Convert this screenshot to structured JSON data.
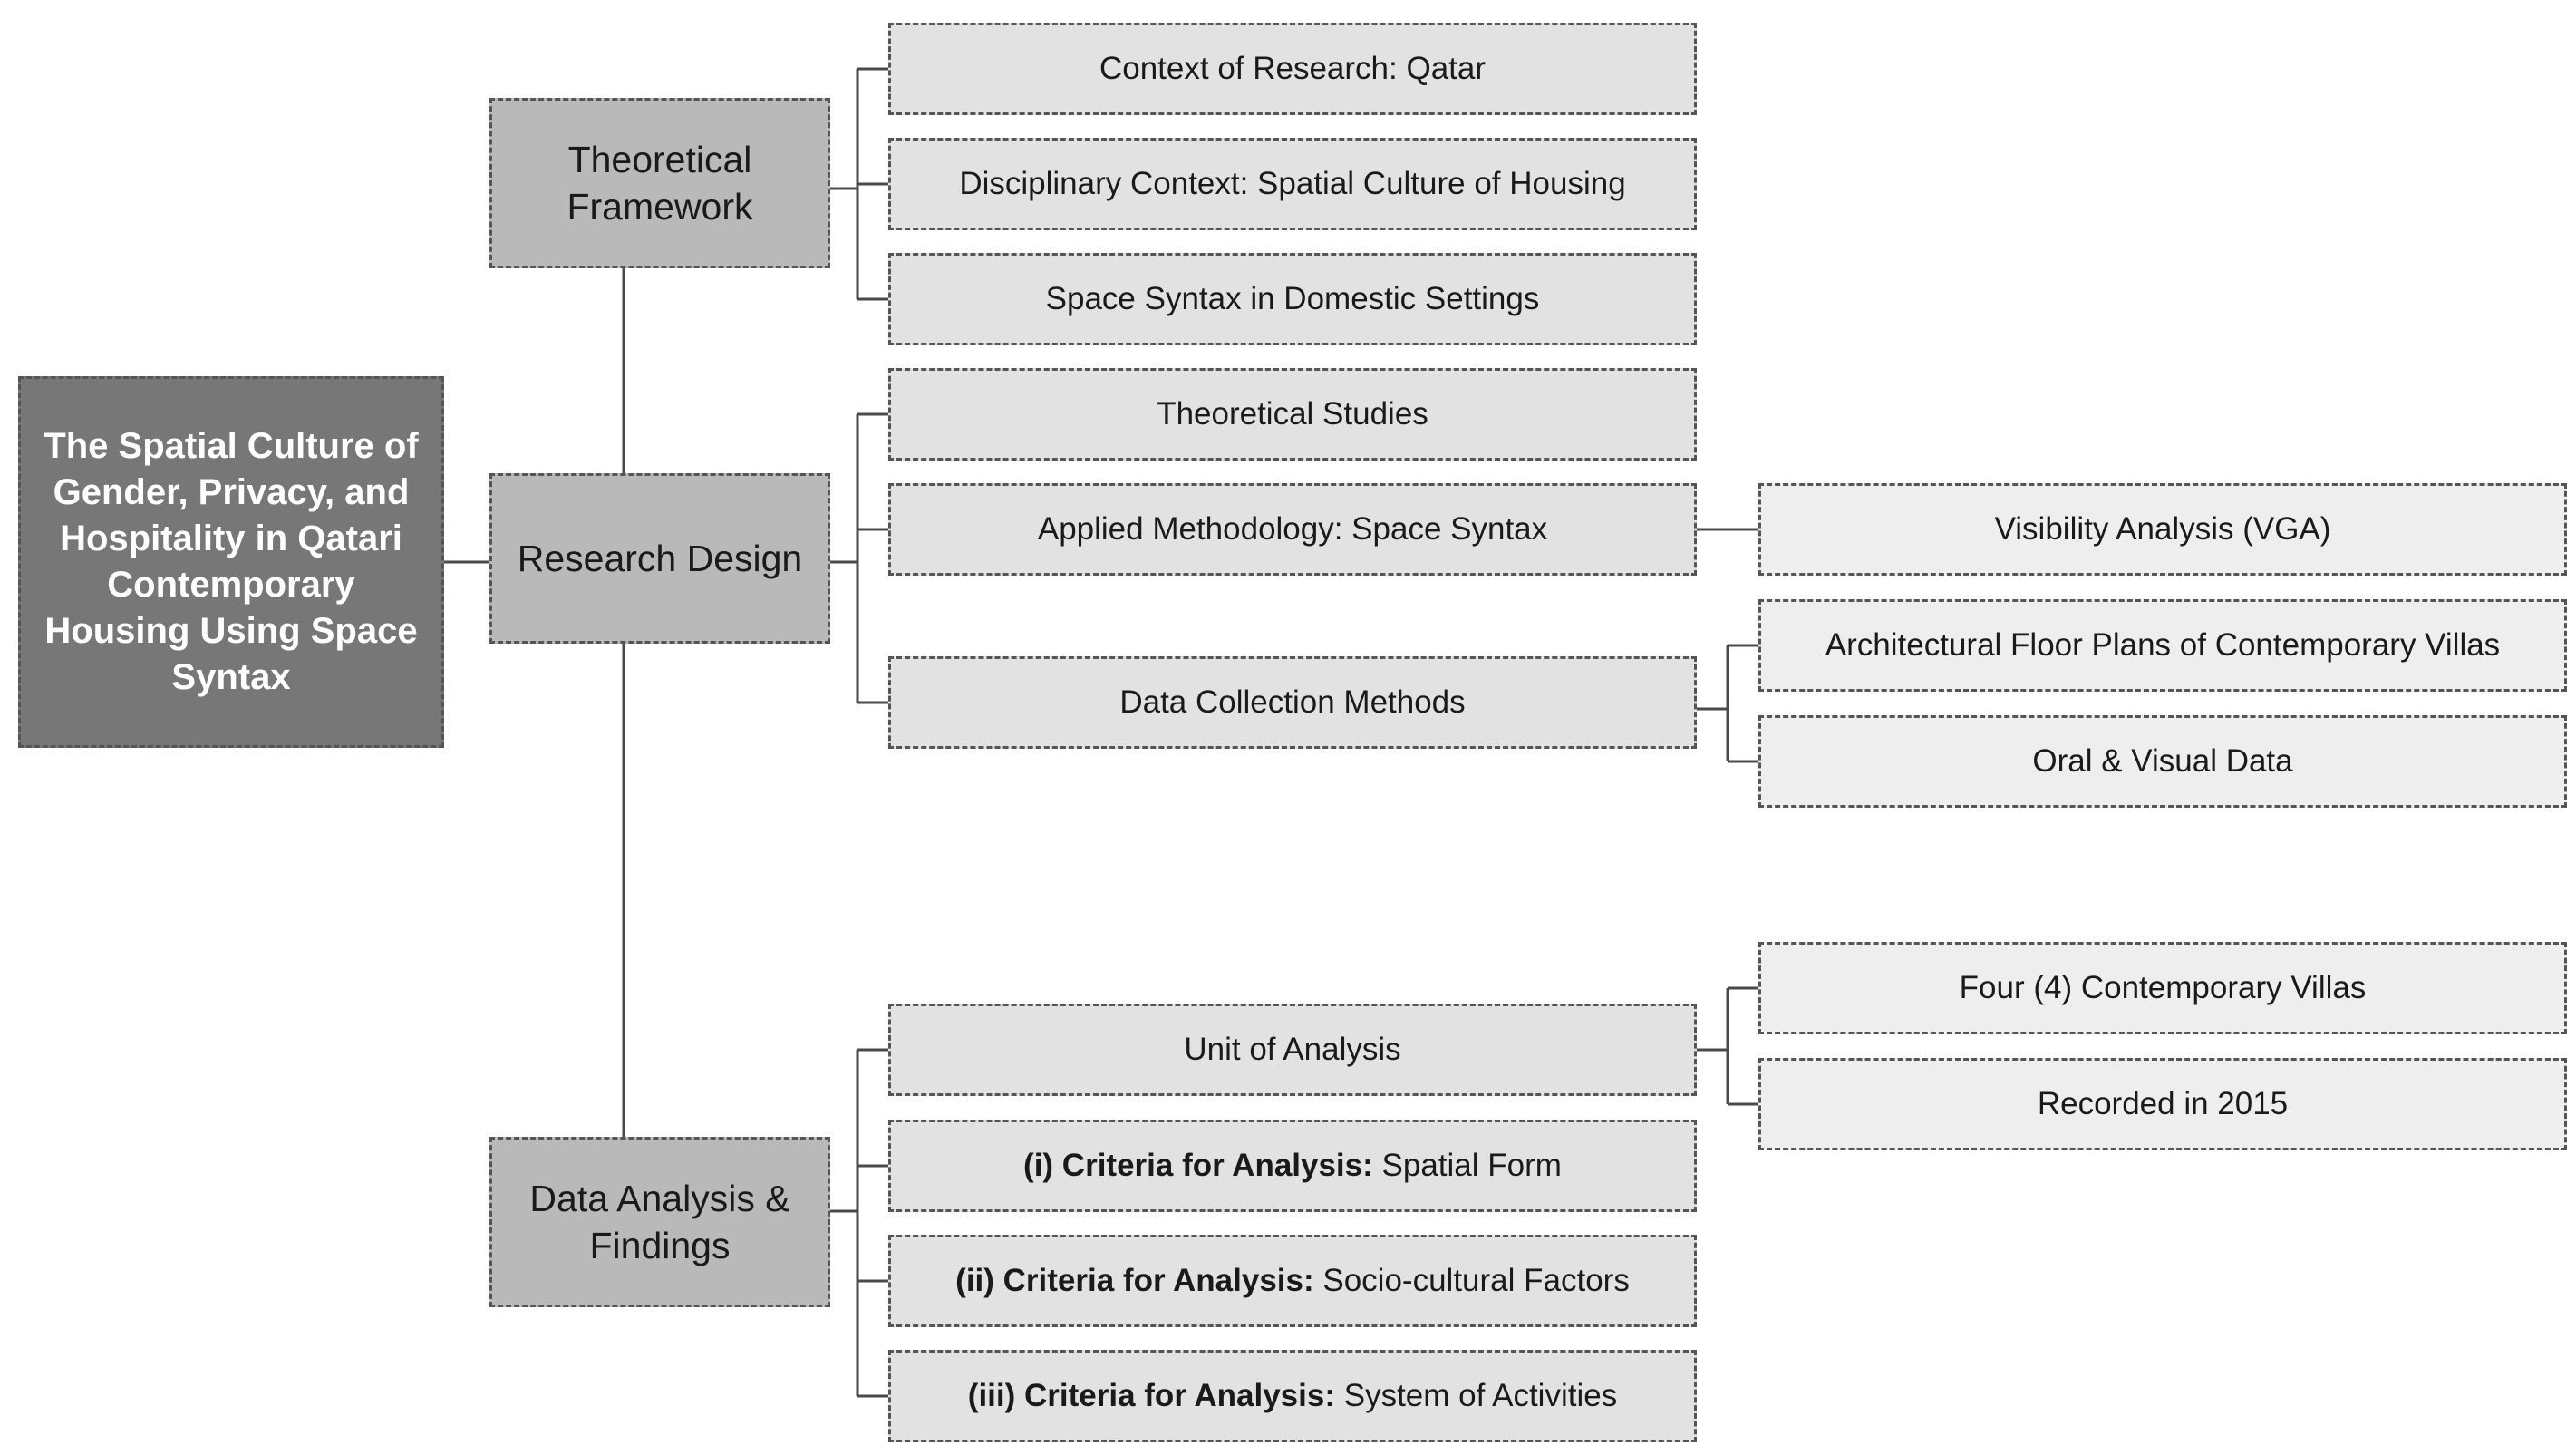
{
  "diagram": {
    "root": {
      "label": "The Spatial Culture of Gender, Privacy, and Hospitality in Qatari Contemporary Housing Using Space Syntax"
    },
    "categories": {
      "theoretical_framework": "Theoretical Framework",
      "research_design": "Research Design",
      "data_analysis": "Data Analysis & Findings"
    },
    "theoretical_framework_items": [
      "Context of Research: Qatar",
      "Disciplinary Context: Spatial Culture of Housing",
      "Space Syntax in Domestic Settings"
    ],
    "research_design_items": [
      "Theoretical Studies",
      "Applied Methodology: Space Syntax",
      "Data Collection Methods"
    ],
    "applied_methodology_children": [
      "Visibility Analysis (VGA)"
    ],
    "data_collection_children": [
      "Architectural Floor Plans of Contemporary Villas",
      "Oral & Visual Data"
    ],
    "data_analysis_items": {
      "unit_of_analysis": "Unit of Analysis",
      "criteria": [
        {
          "prefix": "(i) Criteria for Analysis:",
          "text": "Spatial Form"
        },
        {
          "prefix": "(ii) Criteria for Analysis:",
          "text": "Socio-cultural Factors"
        },
        {
          "prefix": "(iii) Criteria for Analysis:",
          "text": "System of Activities"
        }
      ]
    },
    "unit_of_analysis_children": [
      "Four (4) Contemporary Villas",
      "Recorded in 2015"
    ]
  }
}
